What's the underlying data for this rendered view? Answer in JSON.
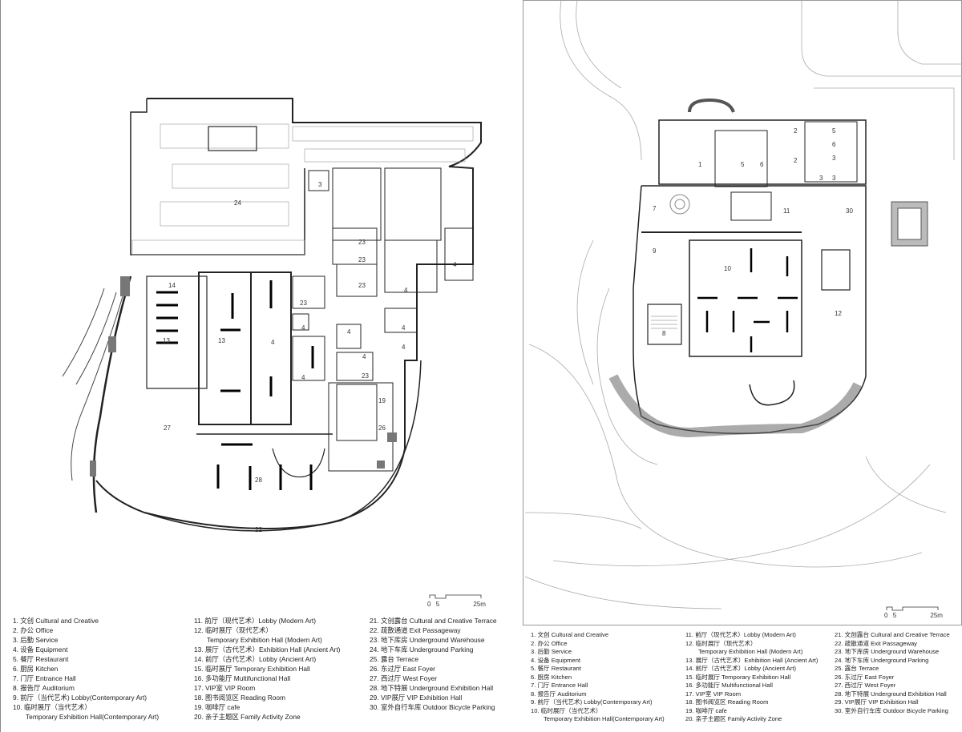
{
  "left_plan": {
    "room_labels": [
      "24",
      "3",
      "23",
      "23",
      "4",
      "14",
      "23",
      "23",
      "4",
      "13",
      "13",
      "4",
      "4",
      "4",
      "4",
      "4",
      "4",
      "4",
      "23",
      "19",
      "26",
      "27",
      "28",
      "22"
    ],
    "scale": {
      "start": "0",
      "mid": "5",
      "end": "25m"
    }
  },
  "right_plan": {
    "room_labels": [
      "1",
      "5",
      "6",
      "2",
      "5",
      "6",
      "2",
      "3",
      "3",
      "3",
      "7",
      "11",
      "30",
      "9",
      "10",
      "12",
      "8"
    ],
    "scale": {
      "start": "0",
      "mid": "5",
      "end": "25m"
    }
  },
  "legend": {
    "col1": [
      "1. 文创 Cultural and Creative",
      "2. 办公 Office",
      "3. 后勤 Service",
      "4. 设备 Equipment",
      "5. 餐厅 Restaurant",
      "6. 厨房 Kitchen",
      "7. 门厅 Entrance Hall",
      "8. 报告厅 Auditorium",
      "9. 前厅（当代艺术) Lobby(Contemporary Art)",
      "10. 临时展厅（当代艺术）",
      "Temporary Exhibition Hall(Contemporary Art)"
    ],
    "col2": [
      "11. 前厅（现代艺术）Lobby (Modern Art)",
      "12. 临时展厅（现代艺术）",
      "Temporary Exhibition Hall (Modern Art)",
      "13. 展厅（古代艺术）Exhibition Hall (Ancient Art)",
      "14. 前厅（古代艺术）Lobby (Ancient Art)",
      "15. 临时展厅 Temporary Exhibition Hall",
      "16. 多功能厅 Multifunctional Hall",
      "17. VIP室 VIP Room",
      "18. 图书阅览区 Reading Room",
      "19. 咖啡厅 cafe",
      "20. 亲子主题区 Family Activity Zone"
    ],
    "col3": [
      "21. 文创露台 Cultural and Creative Terrace",
      "22. 疏散通道 Exit Passageway",
      "23. 地下库房 Underground Warehouse",
      "24. 地下车库 Underground Parking",
      "25. 露台 Terrace",
      "26. 东过厅 East Foyer",
      "27. 西过厅 West Foyer",
      "28. 地下特展 Underground Exhibition Hall",
      "29. VIP展厅 VIP Exhibition Hall",
      "30. 室外自行车库 Outdoor Bicycle Parking"
    ]
  }
}
